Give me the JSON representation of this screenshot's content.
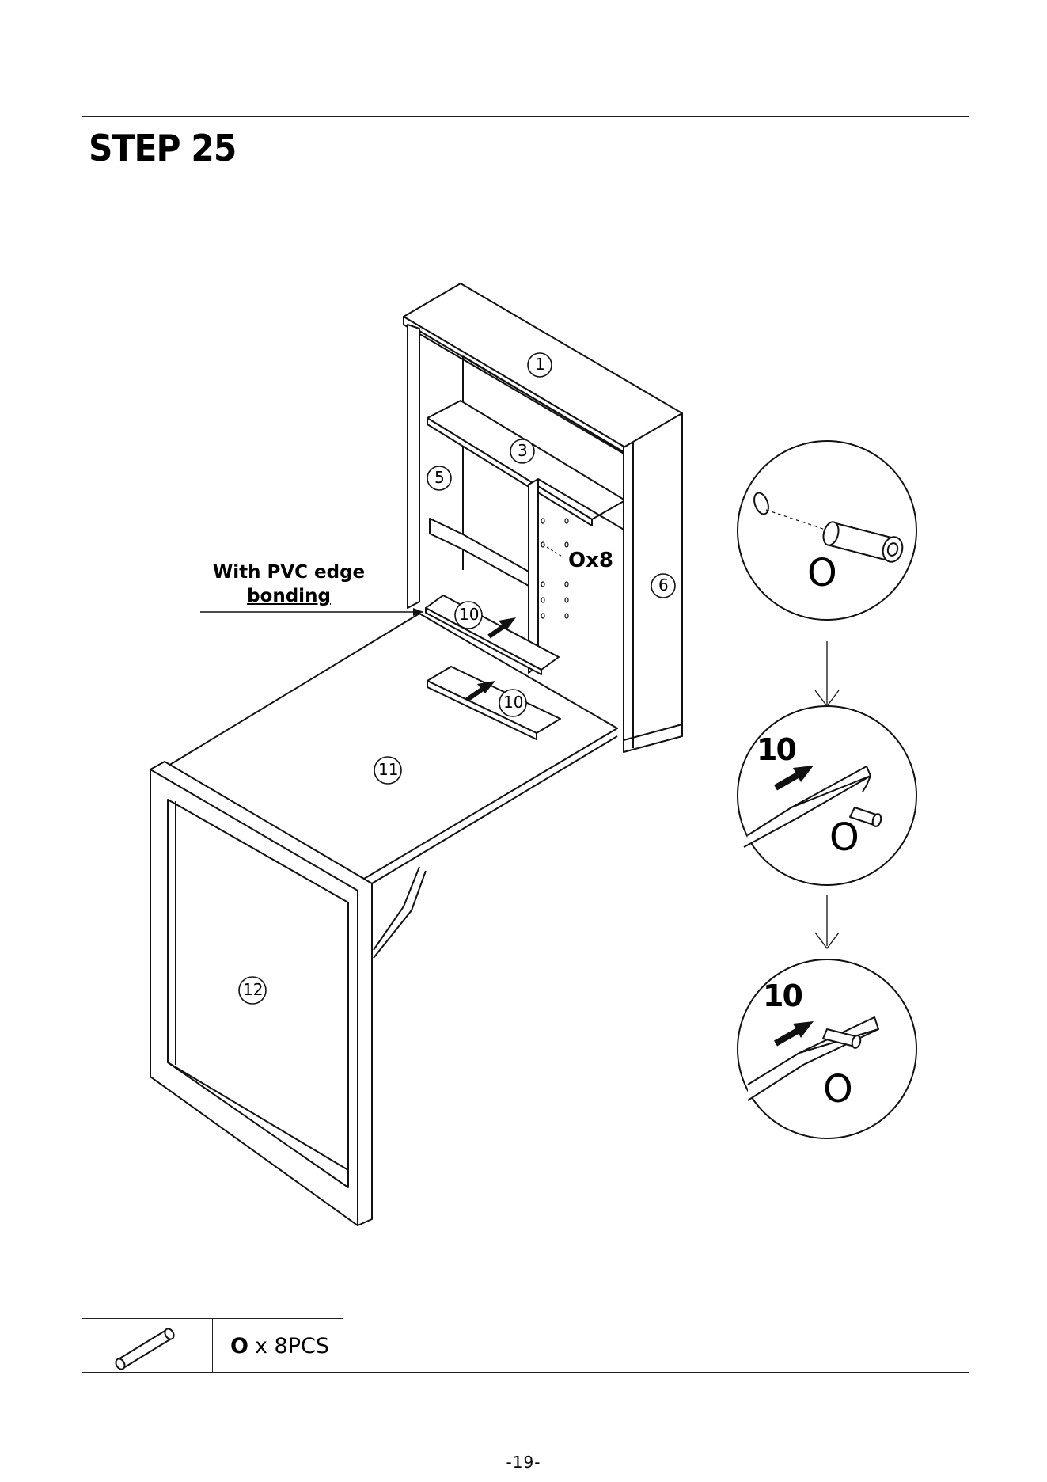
{
  "step": {
    "title": "STEP 25"
  },
  "annotation": {
    "line1": "With PVC edge",
    "line2": "bonding"
  },
  "callout": {
    "hardware_count": "Ox8"
  },
  "parts_labels": {
    "p1": "1",
    "p3": "3",
    "p5": "5",
    "p6": "6",
    "p10a": "10",
    "p10b": "10",
    "p11": "11",
    "p12": "12"
  },
  "detail_views": {
    "top": {
      "letter": "O"
    },
    "middle": {
      "part": "10",
      "letter": "O"
    },
    "bottom": {
      "part": "10",
      "letter": "O"
    }
  },
  "hardware_table": {
    "code": "O",
    "quantity": "x 8PCS"
  },
  "footer": {
    "page_number": "-19-"
  }
}
